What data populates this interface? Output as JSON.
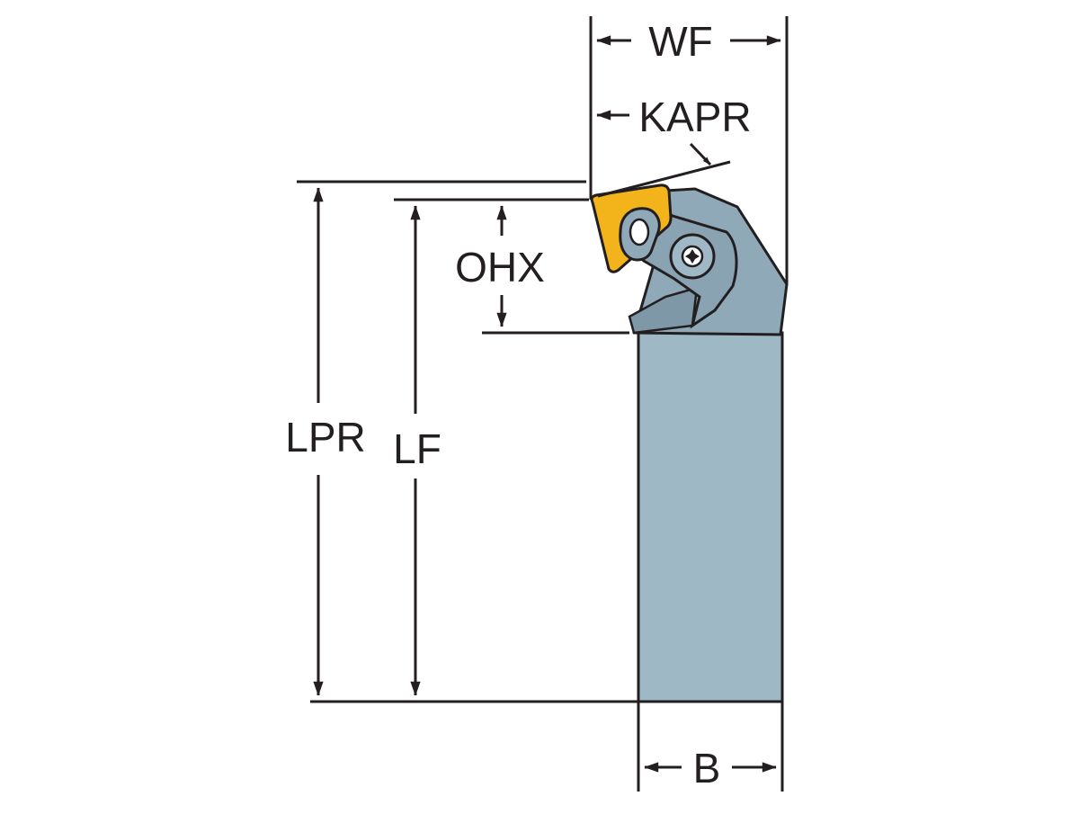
{
  "labels": {
    "wf": "WF",
    "kapr": "KAPR",
    "ohx": "OHX",
    "lpr": "LPR",
    "lf": "LF",
    "b": "B"
  },
  "colors": {
    "line": "#231f20",
    "holder_shank": "#9fb8c6",
    "holder_head": "#8fa9b8",
    "holder_dark": "#6d8797",
    "insert": "#f3b41b",
    "background": "#ffffff"
  },
  "icons": {
    "insert": "rhombic-insert-icon",
    "screw": "torx-screw-icon",
    "clamp": "clamp-icon",
    "arrow": "dimension-arrow-icon"
  }
}
